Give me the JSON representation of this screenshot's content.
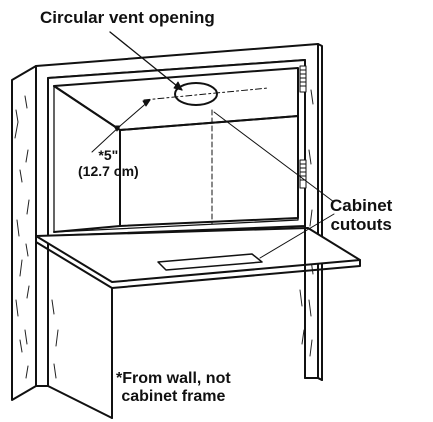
{
  "labels": {
    "vent_opening": "Circular vent opening",
    "dimension_line1": "*5\"",
    "dimension_line2": "(12.7 cm)",
    "cutouts_line1": "Cabinet",
    "cutouts_line2": "cutouts",
    "note_line1": "*From wall, not",
    "note_line2": "cabinet frame"
  },
  "colors": {
    "line": "#111111",
    "background": "#ffffff"
  }
}
